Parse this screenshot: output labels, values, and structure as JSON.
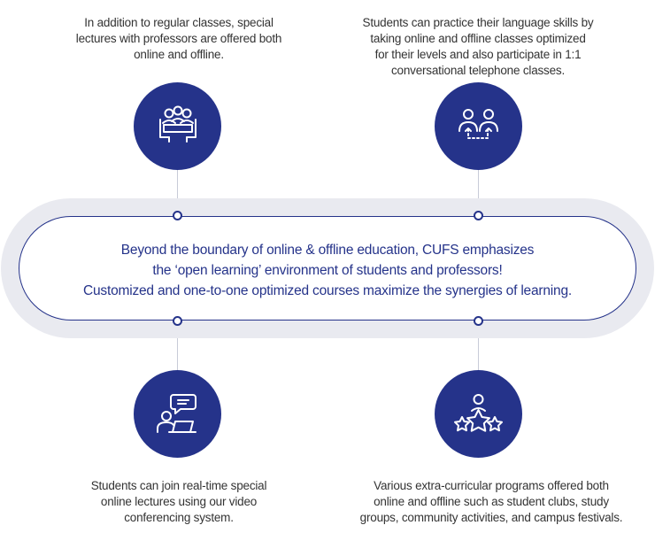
{
  "items": {
    "top_left": {
      "icon": "meeting-group-icon",
      "lines": [
        "In addition to regular classes, special",
        "lectures with professors are offered both",
        "online and offline."
      ]
    },
    "top_right": {
      "icon": "conversation-exchange-icon",
      "lines": [
        "Students can practice their language skills by",
        "taking online and offline classes optimized",
        "for their levels and also participate in 1:1",
        "conversational telephone classes."
      ]
    },
    "bottom_left": {
      "icon": "video-conference-icon",
      "lines": [
        "Students can join real-time special",
        "online lectures using our video",
        "conferencing system."
      ]
    },
    "bottom_right": {
      "icon": "star-achievement-icon",
      "lines": [
        "Various extra-curricular programs offered both",
        "online and offline such as student clubs, study",
        "groups, community activities, and campus festivals."
      ]
    }
  },
  "center": {
    "lines": [
      "Beyond the boundary of online & offline education, CUFS emphasizes",
      "the ‘open learning’ environment of students and professors!",
      "Customized and one-to-one optimized courses maximize the synergies of learning."
    ]
  },
  "colors": {
    "primary": "#25338a",
    "ring": "#e9eaf0",
    "text": "#333333",
    "connector": "#c8cbd8"
  }
}
